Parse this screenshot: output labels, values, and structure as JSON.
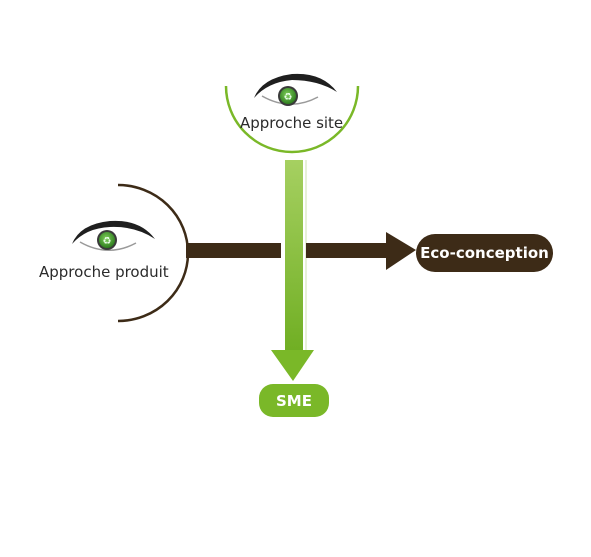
{
  "nodes": {
    "approche_site": {
      "label": "Approche site",
      "icon": "eye-recycle-icon"
    },
    "approche_produit": {
      "label": "Approche produit",
      "icon": "eye-recycle-icon"
    },
    "eco_conception": {
      "label": "Eco-conception"
    },
    "sme": {
      "label": "SME"
    }
  },
  "connections": [
    {
      "from": "Approche produit",
      "to": "Eco-conception",
      "style": "dark-brown arrow"
    },
    {
      "from": "Approche site",
      "to": "SME",
      "style": "green arrow"
    }
  ],
  "colors": {
    "brown": "#3d2b17",
    "green": "#7ab828",
    "light_green": "#a6d061",
    "iris": "#2e7d1f",
    "text": "#2b2b2b"
  }
}
